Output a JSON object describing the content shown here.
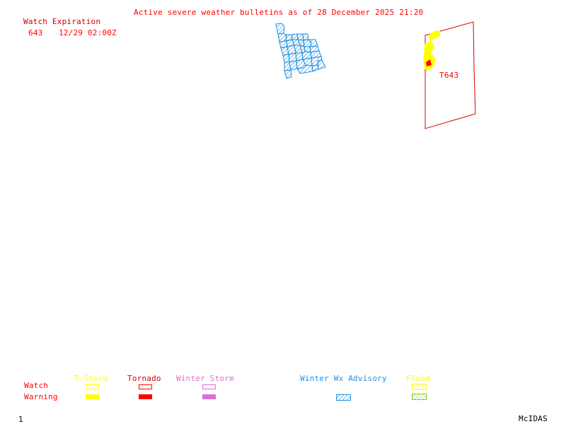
{
  "header": {
    "title": "Active severe weather bulletins as of 28 December 2025 21:20"
  },
  "watch_table": {
    "heading": "Watch Expiration",
    "rows": [
      {
        "id": "643",
        "expires": "12/29 02:00Z"
      }
    ]
  },
  "map": {
    "watch_labels": [
      {
        "label": "T643",
        "type": "tornado-watch"
      }
    ],
    "areas": [
      {
        "name": "winter-wx-advisory-area",
        "category": "Winter Wx Advisory"
      },
      {
        "name": "tstorm-warning-area",
        "category": "T-Storm Warning"
      },
      {
        "name": "tornado-warning-area",
        "category": "Tornado Warning"
      },
      {
        "name": "tornado-watch-t643",
        "category": "Tornado Watch"
      }
    ]
  },
  "legend": {
    "row_labels": {
      "watch": "Watch",
      "warning": "Warning"
    },
    "categories": [
      {
        "label": "T-Storm",
        "color": "#ffff00",
        "watch": "outline",
        "warning": "fill"
      },
      {
        "label": "Tornado",
        "color": "#ff0000",
        "watch": "outline",
        "warning": "fill"
      },
      {
        "label": "Winter Storm",
        "color": "#da70d6",
        "watch": "outline",
        "warning": "fill"
      },
      {
        "label": "Winter Wx Advisory",
        "color": "#1e90e0",
        "watch": "none",
        "warning": "hatch"
      },
      {
        "label": "Flood",
        "color": "#ffff00",
        "warning_color": "#7fcc19",
        "watch": "hatch",
        "warning": "hatch"
      }
    ]
  },
  "footer": {
    "frame_number": "1",
    "brand": "McIDAS"
  },
  "colors": {
    "text_red": "#cc0000",
    "watch_red": "#dd0000",
    "tstorm": "#ffff00",
    "tornado": "#ff0000",
    "winter_storm": "#da70d6",
    "winter_adv": "#1e90e0",
    "flood_watch": "#ffff00",
    "flood_warning": "#7fcc19"
  }
}
